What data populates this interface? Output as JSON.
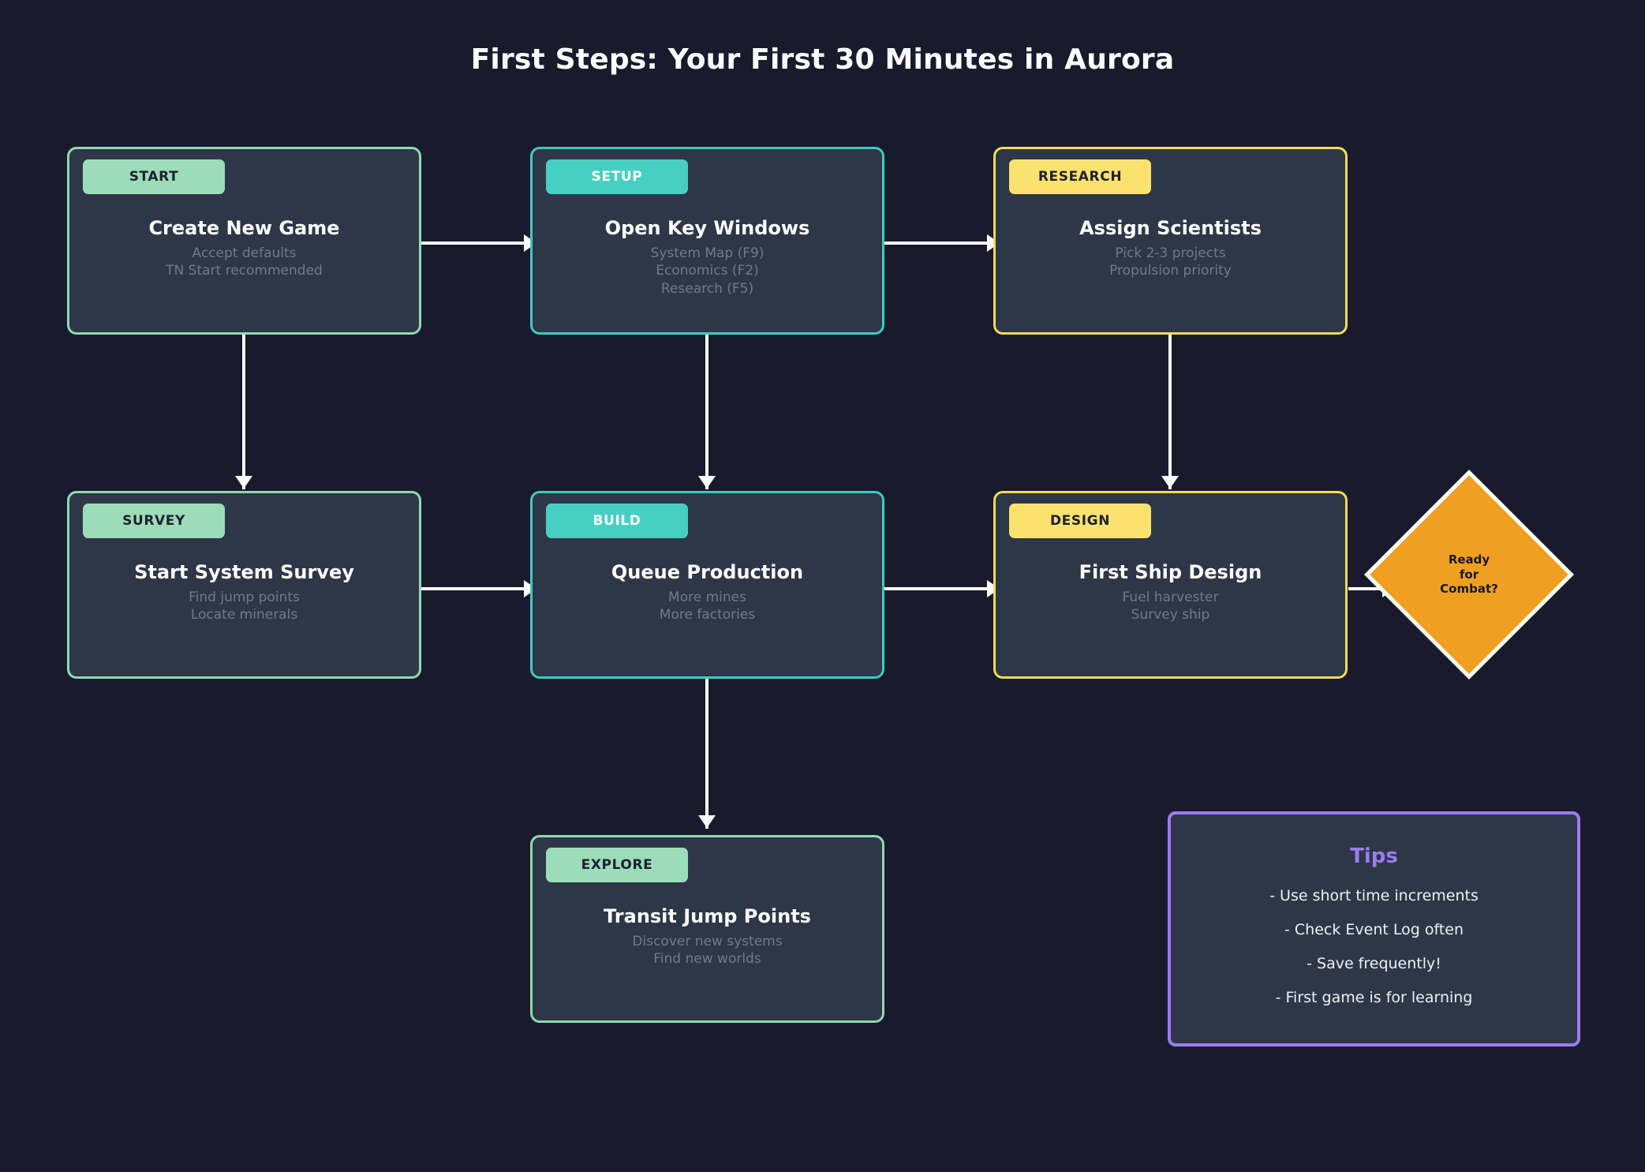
{
  "title": "First Steps: Your First 30 Minutes in Aurora",
  "colors": {
    "background": "#191a2c",
    "node_fill": "#2d3748",
    "green": "#9ddcb8",
    "teal": "#48cfc4",
    "yellow": "#fbe26f",
    "orange": "#f0a020",
    "purple": "#9d7bf0",
    "connector": "#ffffff",
    "title_text": "#ffffff",
    "subtitle_text": "#70798c"
  },
  "nodes": [
    {
      "id": "create-new-game",
      "badge": "START",
      "title": "Create New Game",
      "subtitle": "Accept defaults\nTN Start recommended",
      "accent": "green"
    },
    {
      "id": "open-key-windows",
      "badge": "SETUP",
      "title": "Open Key Windows",
      "subtitle": "System Map (F9)\nEconomics (F2)\nResearch (F5)",
      "accent": "teal"
    },
    {
      "id": "assign-scientists",
      "badge": "RESEARCH",
      "title": "Assign Scientists",
      "subtitle": "Pick 2-3 projects\nPropulsion priority",
      "accent": "yellow"
    },
    {
      "id": "start-system-survey",
      "badge": "SURVEY",
      "title": "Start System Survey",
      "subtitle": "Find jump points\nLocate minerals",
      "accent": "green"
    },
    {
      "id": "queue-production",
      "badge": "BUILD",
      "title": "Queue Production",
      "subtitle": "More mines\nMore factories",
      "accent": "teal"
    },
    {
      "id": "first-ship-design",
      "badge": "DESIGN",
      "title": "First Ship Design",
      "subtitle": "Fuel harvester\nSurvey ship",
      "accent": "yellow"
    },
    {
      "id": "transit-jump-points",
      "badge": "EXPLORE",
      "title": "Transit Jump Points",
      "subtitle": "Discover new systems\nFind new worlds",
      "accent": "green"
    }
  ],
  "decision": {
    "label": "Ready\nfor\nCombat?"
  },
  "tips": {
    "heading": "Tips",
    "items": [
      "- Use short time increments",
      "- Check Event Log often",
      "- Save frequently!",
      "- First game is for learning"
    ]
  },
  "connections": [
    {
      "from": "create-new-game",
      "to": "open-key-windows",
      "direction": "right"
    },
    {
      "from": "open-key-windows",
      "to": "assign-scientists",
      "direction": "right"
    },
    {
      "from": "create-new-game",
      "to": "start-system-survey",
      "direction": "down"
    },
    {
      "from": "open-key-windows",
      "to": "queue-production",
      "direction": "down"
    },
    {
      "from": "assign-scientists",
      "to": "first-ship-design",
      "direction": "down"
    },
    {
      "from": "start-system-survey",
      "to": "queue-production",
      "direction": "right"
    },
    {
      "from": "queue-production",
      "to": "first-ship-design",
      "direction": "right"
    },
    {
      "from": "first-ship-design",
      "to": "decision",
      "direction": "right"
    },
    {
      "from": "queue-production",
      "to": "transit-jump-points",
      "direction": "down"
    }
  ]
}
